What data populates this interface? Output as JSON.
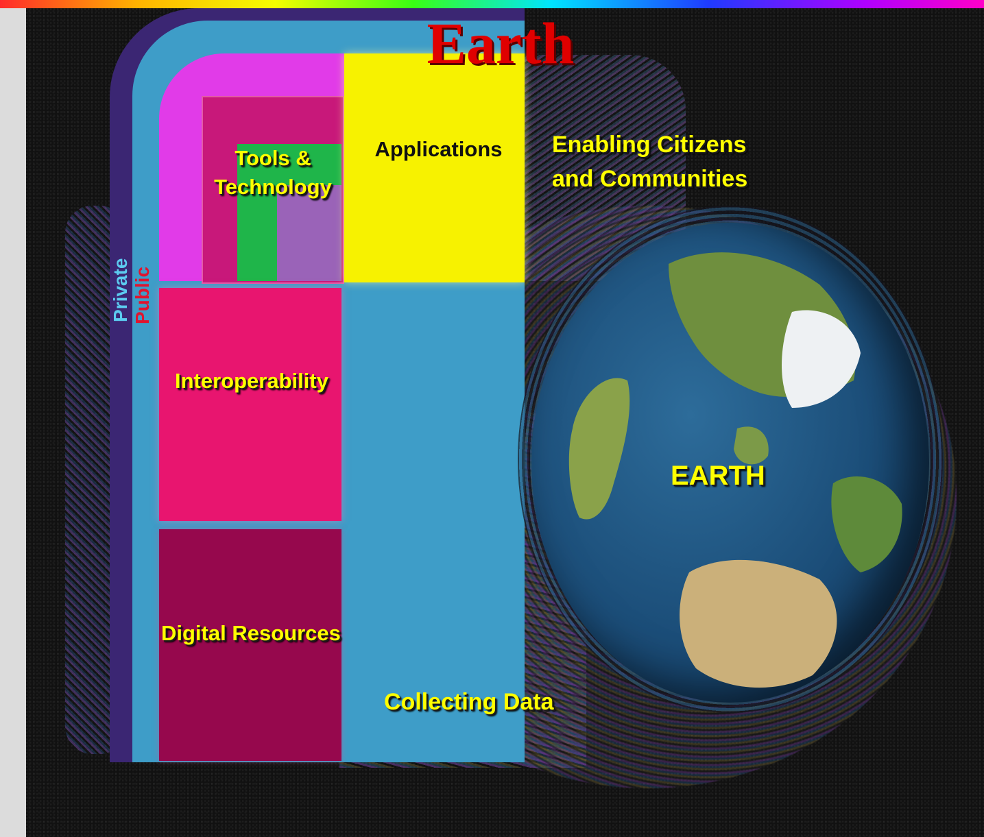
{
  "diagram": {
    "title": "Earth",
    "bands": {
      "private_label": "Private",
      "public_label": "Public"
    },
    "blocks": {
      "tools": "Tools & Technology",
      "applications": "Applications",
      "interoperability": "Interoperability",
      "digital_resources": "Digital Resources"
    },
    "annotations": {
      "enabling_line1": "Enabling Citizens",
      "enabling_line2": "and Communities",
      "collecting": "Collecting Data",
      "globe_label": "EARTH"
    },
    "colors": {
      "title": "#e00000",
      "label_text": "#ffff00",
      "private_band": "#3b2673",
      "public_band": "#3e9dc8",
      "applications": "#f7f200",
      "interoperability": "#e8156f",
      "digital_resources": "#96084d",
      "tools_frame": "#e13be8"
    }
  }
}
